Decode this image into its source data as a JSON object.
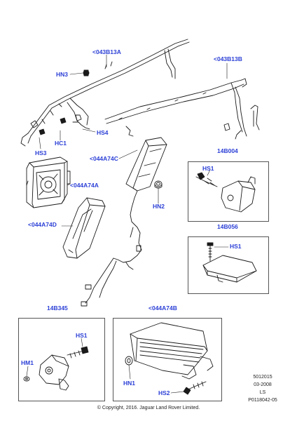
{
  "labels": {
    "c043B13A": "<043B13A",
    "c043B13B": "<043B13B",
    "hn3": "HN3",
    "hc1": "HC1",
    "hs4": "HS4",
    "hs3": "HS3",
    "c044A74C": "<044A74C",
    "c044A74A": "<044A74A",
    "hn2": "HN2",
    "c044A74D": "<044A74D",
    "b14B004": "14B004",
    "b14B004_hs1": "HS1",
    "b14B056": "14B056",
    "b14B056_hs1": "HS1",
    "b14B345": "14B345",
    "b14B345_hs1": "HS1",
    "b14B345_hm1": "HM1",
    "c044A74B": "<044A74B",
    "b044A74B_hn1": "HN1",
    "b044A74B_hs2": "HS2"
  },
  "meta": {
    "line1": "5012015",
    "line2": "03-2008",
    "line3": "LS",
    "line4": "P0118042-05"
  },
  "copyright": "© Copyright, 2016. Jaguar Land Rover Limited.",
  "colors": {
    "callout": "#2b3fd6",
    "line": "#1a1a1a"
  }
}
